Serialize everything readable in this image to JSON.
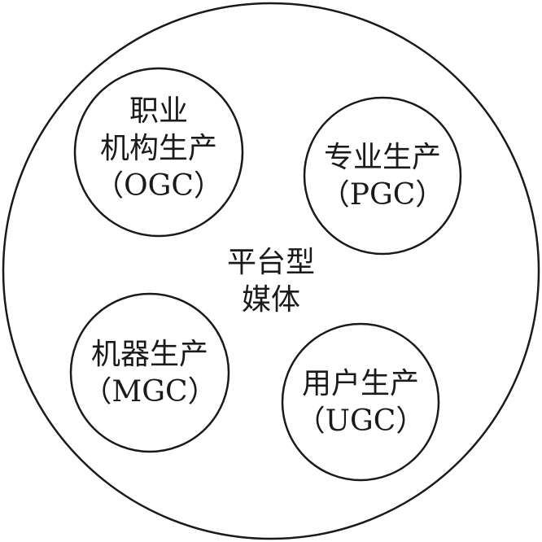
{
  "diagram": {
    "center": {
      "lines": [
        "平台型",
        "媒体"
      ]
    },
    "nodes": [
      {
        "id": "ogc",
        "lines": [
          "职业",
          "机构生产",
          "（OGC）"
        ]
      },
      {
        "id": "pgc",
        "lines": [
          "专业生产",
          "（PGC）"
        ]
      },
      {
        "id": "mgc",
        "lines": [
          "机器生产",
          "（MGC）"
        ]
      },
      {
        "id": "ugc",
        "lines": [
          "用户生产",
          "（UGC）"
        ]
      }
    ],
    "colors": {
      "stroke": "#1a1a1a",
      "text": "#1a1a1a",
      "background": "#ffffff"
    }
  }
}
